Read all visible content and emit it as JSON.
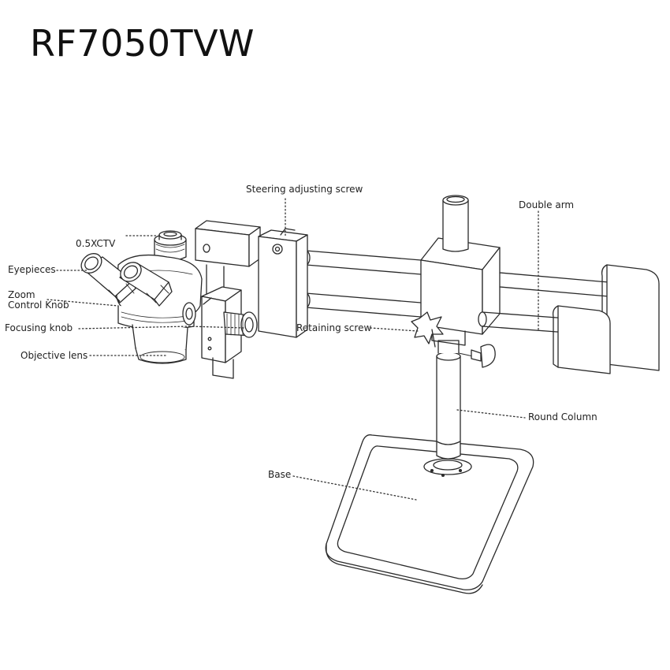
{
  "title": "RF7050TVW",
  "labels": {
    "steering_screw": "Steering adjusting screw",
    "double_arm": "Double arm",
    "ctv": "0.5XCTV",
    "eyepieces": "Eyepieces",
    "zoom_line1": "Zoom",
    "zoom_line2": "Control Knob",
    "focusing_knob": "Focusing knob",
    "objective_lens": "Objective lens",
    "retaining_screw": "Retaining screw",
    "round_column": "Round Column",
    "base": "Base"
  },
  "colors": {
    "line": "#2a2a2a",
    "fill": "#ffffff",
    "shade": "#9a9a9a",
    "leader": "#333333"
  }
}
